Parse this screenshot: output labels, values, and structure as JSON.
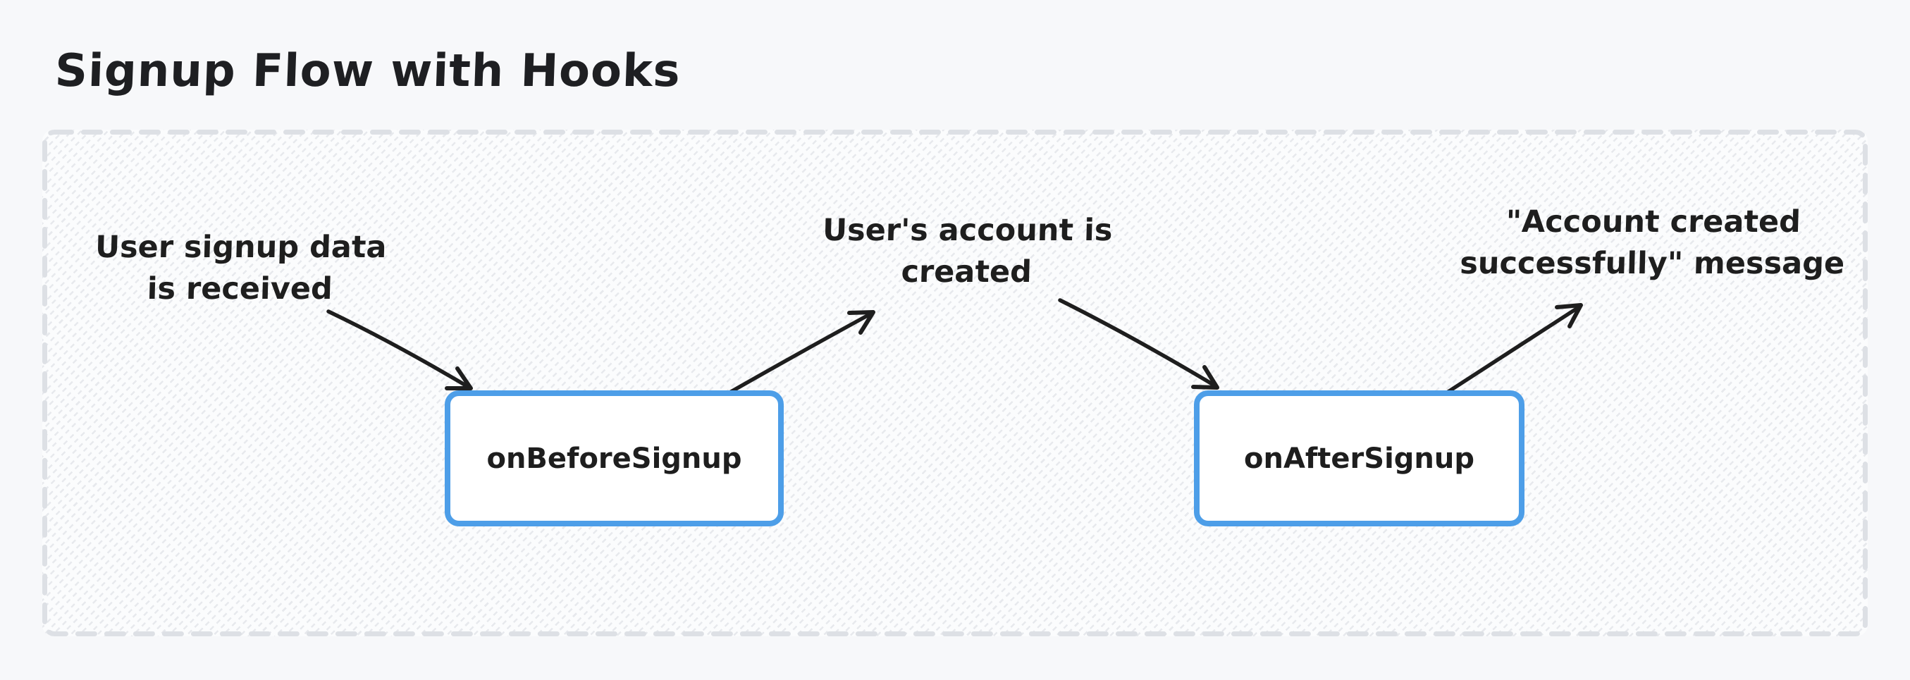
{
  "title": "Signup Flow with Hooks",
  "nodes": [
    {
      "label": "onBeforeSignup"
    },
    {
      "label": "onAfterSignup"
    }
  ],
  "annotations": [
    {
      "line1": "User signup data",
      "line2": "is received"
    },
    {
      "line1": "User's account is",
      "line2": "created"
    },
    {
      "line1": "\"Account created",
      "line2": "successfully\" message"
    }
  ],
  "edges": [
    {
      "from": "User signup data is received",
      "to": "onBeforeSignup"
    },
    {
      "from": "onBeforeSignup",
      "to": "User's account is created"
    },
    {
      "from": "User's account is created",
      "to": "onAfterSignup"
    },
    {
      "from": "onAfterSignup",
      "to": "\"Account created successfully\" message"
    }
  ],
  "colors": {
    "page_bg": "#f7f8fa",
    "frame_bg": "#fbfcfd",
    "frame_hatch": "#e7e9ed",
    "frame_border": "#dde0e5",
    "node_border": "#4d9ee8",
    "node_fill": "#ffffff",
    "ink": "#1e1e1e"
  }
}
